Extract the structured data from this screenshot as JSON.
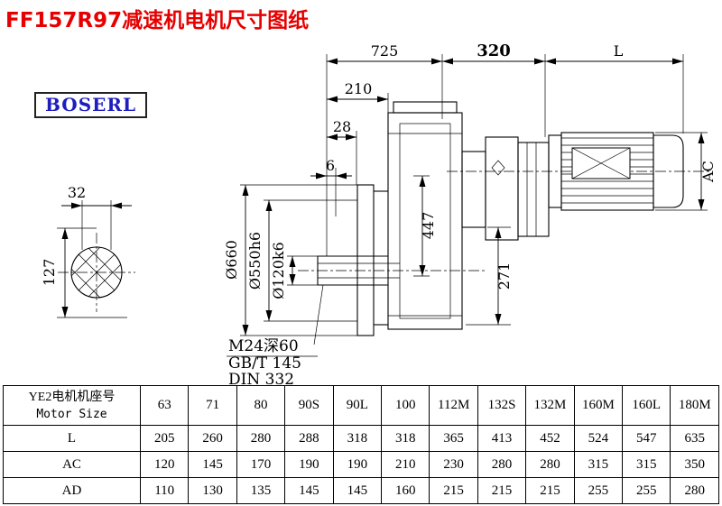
{
  "page": {
    "title": "FF157R97减速机电机尺寸图纸",
    "brand": "BOSERL"
  },
  "drawing": {
    "dims": {
      "d725": "725",
      "d320": "320",
      "dL": "L",
      "d210": "210",
      "d28": "28",
      "d6": "6",
      "d32": "32",
      "d127": "127",
      "d447": "447",
      "d271": "271",
      "dAC": "AC",
      "dia660": "Ø660",
      "dia550": "Ø550h6",
      "dia120": "Ø120k6"
    },
    "notes": {
      "line1": "M24深60",
      "line2": "GB/T 145",
      "line3": "DIN 332"
    }
  },
  "table": {
    "header": {
      "cn": "YE2电机机座号",
      "en": "Motor Size"
    },
    "sizes": [
      "63",
      "71",
      "80",
      "90S",
      "90L",
      "100",
      "112M",
      "132S",
      "132M",
      "160M",
      "160L",
      "180M"
    ],
    "rows": [
      {
        "label": "L",
        "values": [
          "205",
          "260",
          "280",
          "288",
          "318",
          "318",
          "365",
          "413",
          "452",
          "524",
          "547",
          "635"
        ]
      },
      {
        "label": "AC",
        "values": [
          "120",
          "145",
          "170",
          "190",
          "190",
          "210",
          "230",
          "280",
          "280",
          "315",
          "315",
          "350"
        ]
      },
      {
        "label": "AD",
        "values": [
          "110",
          "130",
          "135",
          "145",
          "145",
          "160",
          "215",
          "215",
          "215",
          "255",
          "255",
          "280"
        ]
      }
    ]
  }
}
